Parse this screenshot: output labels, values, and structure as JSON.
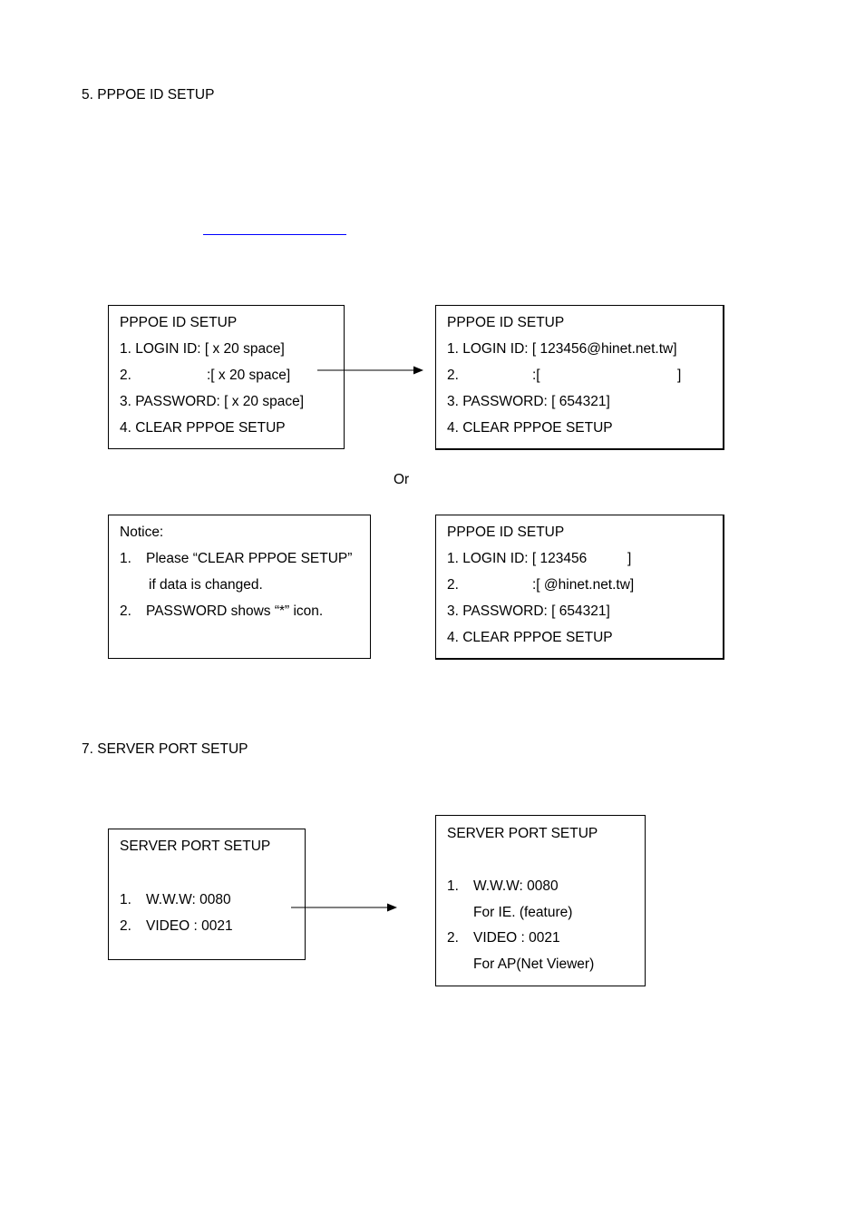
{
  "section5": {
    "heading": "5. PPPOE ID SETUP"
  },
  "colors": {
    "link_underline": "#0000ff"
  },
  "box_a": {
    "title": "PPPOE ID SETUP",
    "line1": "1. LOGIN ID: [ x 20 space]",
    "line2_num": "2.",
    "line2_val": ":[ x 20 space]",
    "line3": "3. PASSWORD: [ x 20 space]",
    "line4": "4. CLEAR PPPOE SETUP"
  },
  "box_b": {
    "title": "PPPOE ID SETUP",
    "line1": "1. LOGIN ID: [ 123456@hinet.net.tw]",
    "line2_num": "2.",
    "line2_val": ":[",
    "line2_close": "]",
    "line3": "3. PASSWORD: [ 654321]",
    "line4": "4. CLEAR PPPOE SETUP"
  },
  "or_text": "Or",
  "notice": {
    "title": "Notice:",
    "item1_num": "1.",
    "item1": "Please “CLEAR PPPOE SETUP”",
    "item1_cont": "if data is changed.",
    "item2_num": "2.",
    "item2": "PASSWORD shows “*” icon."
  },
  "box_c": {
    "title": "PPPOE ID SETUP",
    "line1": "1. LOGIN ID: [ 123456",
    "line1_close": "]",
    "line2_num": "2.",
    "line2_val": ":[ @hinet.net.tw]",
    "line3": "3. PASSWORD: [ 654321]",
    "line4": "4. CLEAR PPPOE SETUP"
  },
  "section7": {
    "heading": "7. SERVER PORT SETUP"
  },
  "port_a": {
    "title": "SERVER PORT SETUP",
    "item1_num": "1.",
    "item1": "W.W.W: 0080",
    "item2_num": "2.",
    "item2": "VIDEO : 0021"
  },
  "port_b": {
    "title": "SERVER PORT SETUP",
    "item1_num": "1.",
    "item1": "W.W.W: 0080",
    "item1_note": "For IE. (feature)",
    "item2_num": "2.",
    "item2": "VIDEO : 0021",
    "item2_note": "For AP(Net Viewer)"
  }
}
